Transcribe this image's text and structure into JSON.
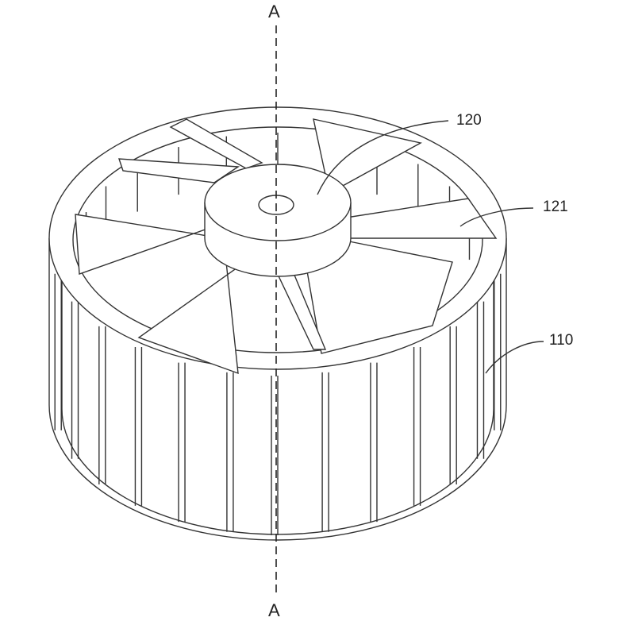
{
  "figure": {
    "section_label_top": "A",
    "section_label_bottom": "A",
    "labels": [
      {
        "id": "impeller",
        "text": "120"
      },
      {
        "id": "blade",
        "text": "121"
      },
      {
        "id": "housing",
        "text": "110"
      }
    ]
  }
}
